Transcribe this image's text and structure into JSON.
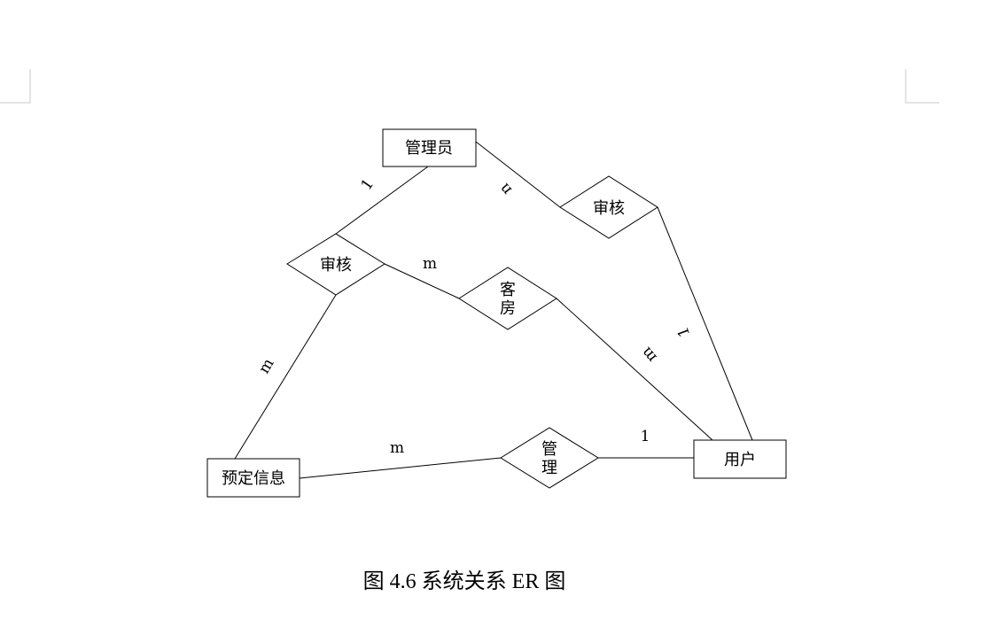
{
  "entities": {
    "admin": "管理员",
    "booking": "预定信息",
    "user": "用户"
  },
  "relationships": {
    "review_top": "审核",
    "review_left": "审核",
    "room": [
      "客",
      "房"
    ],
    "manage": [
      "管",
      "理"
    ]
  },
  "cardinalities": {
    "admin_review_left": "1",
    "admin_review_top": "n",
    "review_left_room": "m",
    "review_left_booking": "m",
    "review_top_user": "1",
    "room_user": "m",
    "booking_manage": "m",
    "manage_user": "1"
  },
  "caption": "图 4.6 系统关系 ER 图"
}
